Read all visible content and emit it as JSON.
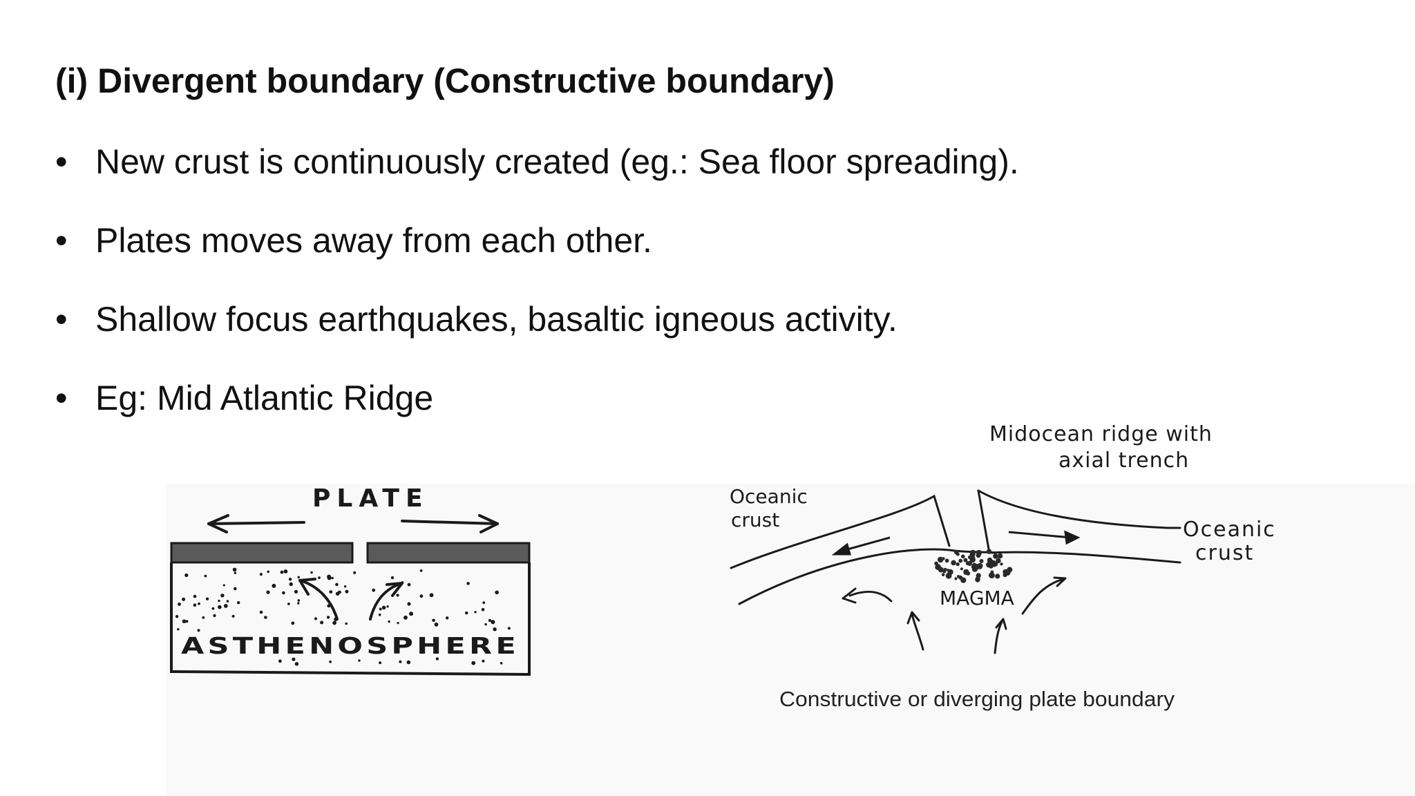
{
  "title": "(i) Divergent boundary (Constructive boundary)",
  "bullets": [
    {
      "symbol": "•",
      "text": "New crust is continuously created (eg.: Sea floor spreading)."
    },
    {
      "symbol": "•",
      "text": "Plates moves away from each other."
    },
    {
      "symbol": "•",
      "text": "Shallow focus earthquakes, basaltic igneous activity."
    },
    {
      "symbol": "•",
      "text": "Eg: Mid Atlantic Ridge"
    }
  ],
  "left_diagram": {
    "plate_label": "PLATE",
    "asthenosphere_label": "ASTHENOSPHERE"
  },
  "right_diagram": {
    "ridge_label_line1": "Midocean ridge with",
    "ridge_label_line2": "axial trench",
    "oceanic_crust_left_line1": "Oceanic",
    "oceanic_crust_left_line2": "crust",
    "oceanic_crust_right_line1": "Oceanic",
    "oceanic_crust_right_line2": "crust",
    "magma_label": "MAGMA",
    "caption": "Constructive or diverging plate boundary"
  },
  "colors": {
    "plate_fill": "#5a5a5a",
    "ink": "#1a1a1a",
    "scan_background": "#f9f9f9"
  }
}
